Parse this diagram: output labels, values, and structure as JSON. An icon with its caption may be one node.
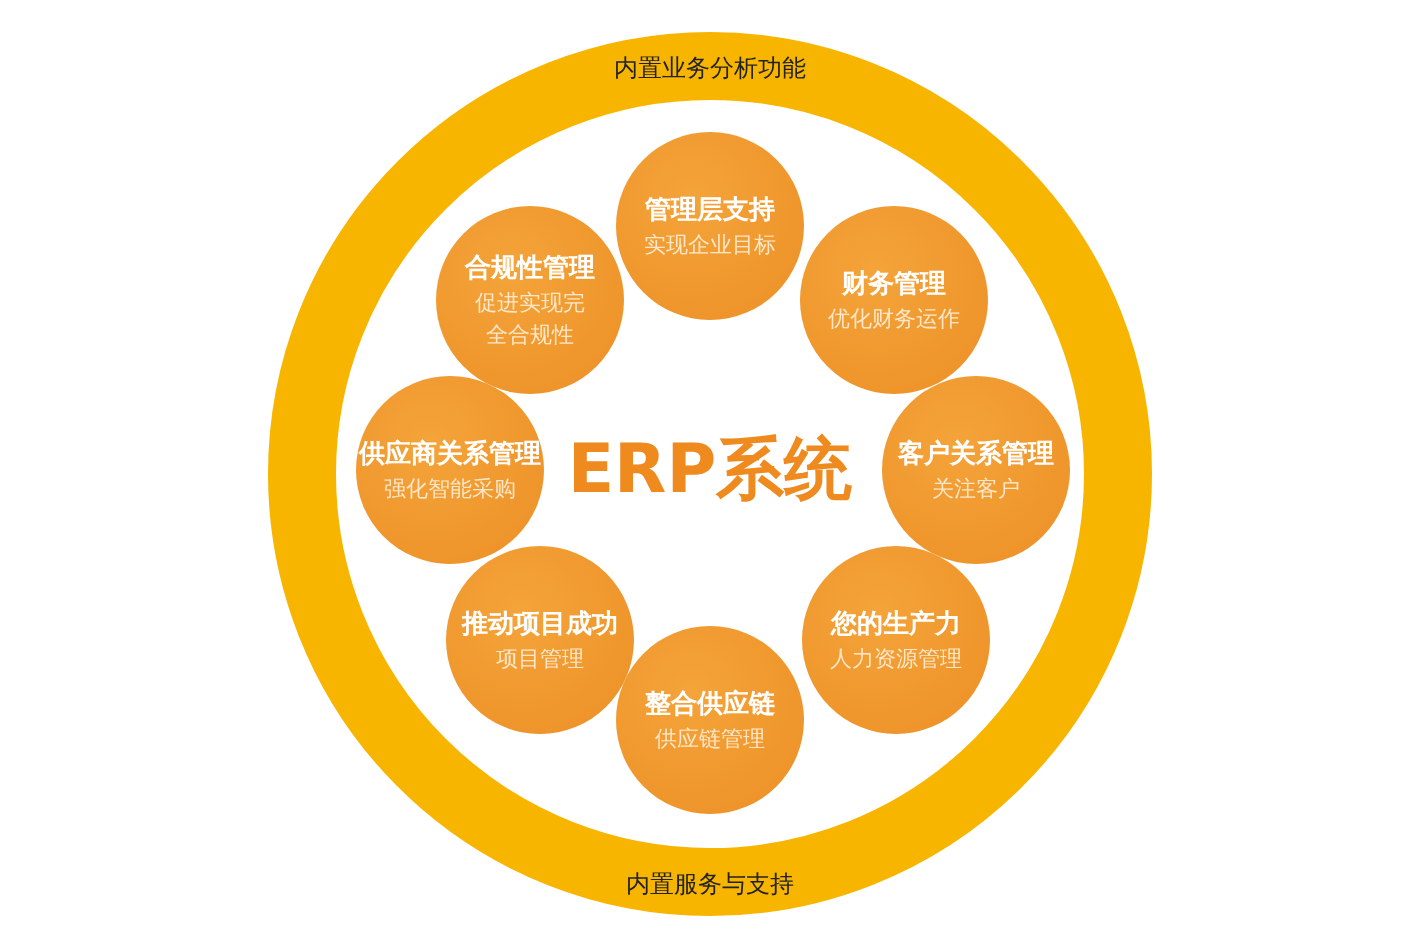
{
  "diagram": {
    "nodes": [
      {
        "text": [
          "内置业务分析功能",
          "内置服务与支持"
        ]
      },
      {
        "text": [
          "管理层支持",
          "实现企业目标"
        ],
        "in": 0
      },
      {
        "text": [
          "财务管理",
          "优化财务运作"
        ],
        "in": 0
      },
      {
        "text": [
          "客户关系管理",
          "关注客户"
        ],
        "in": 0
      },
      {
        "text": [
          "您的生产力",
          "人力资源管理"
        ],
        "in": 0
      },
      {
        "text": [
          "整合供应链",
          "供应链管理"
        ],
        "in": 0
      },
      {
        "text": [
          "推动项目成功",
          "项目管理"
        ],
        "in": 0
      },
      {
        "text": [
          "供应商关系管理",
          "强化智能采购"
        ],
        "in": 0
      },
      {
        "text": [
          "合规性管理",
          "促进实现完全合规性"
        ],
        "in": 0
      }
    ],
    "labels": [
      "ERP系统"
    ]
  }
}
